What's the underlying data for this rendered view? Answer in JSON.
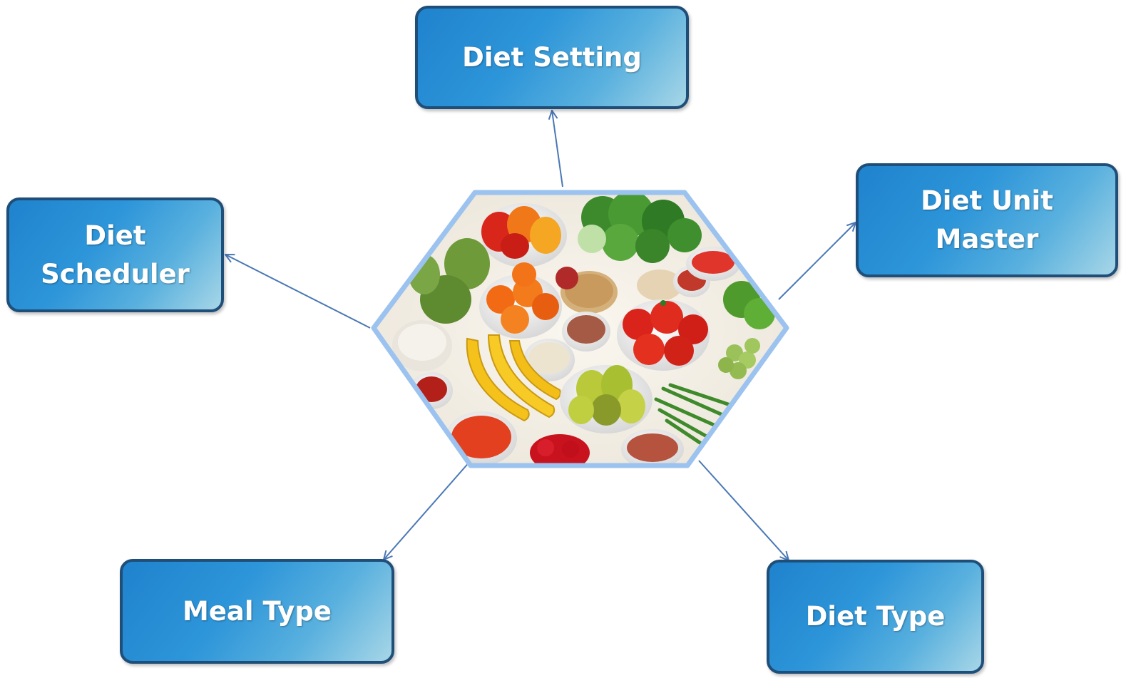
{
  "diagram": {
    "center_image": {
      "icon": "healthy-food-assortment-picture"
    },
    "nodes": [
      {
        "id": "diet-setting",
        "label": "Diet Setting"
      },
      {
        "id": "diet-unit-master",
        "label": "Diet Unit\nMaster"
      },
      {
        "id": "diet-scheduler",
        "label": "Diet\nScheduler"
      },
      {
        "id": "meal-type",
        "label": "Meal Type"
      },
      {
        "id": "diet-type",
        "label": "Diet Type"
      }
    ],
    "colors": {
      "box_fill_start": "#1f83cd",
      "box_fill_end": "#a7d6e7",
      "box_border": "#1f4e79",
      "connector": "#4a78b5",
      "hexagon_border": "#9cc3ef"
    }
  }
}
